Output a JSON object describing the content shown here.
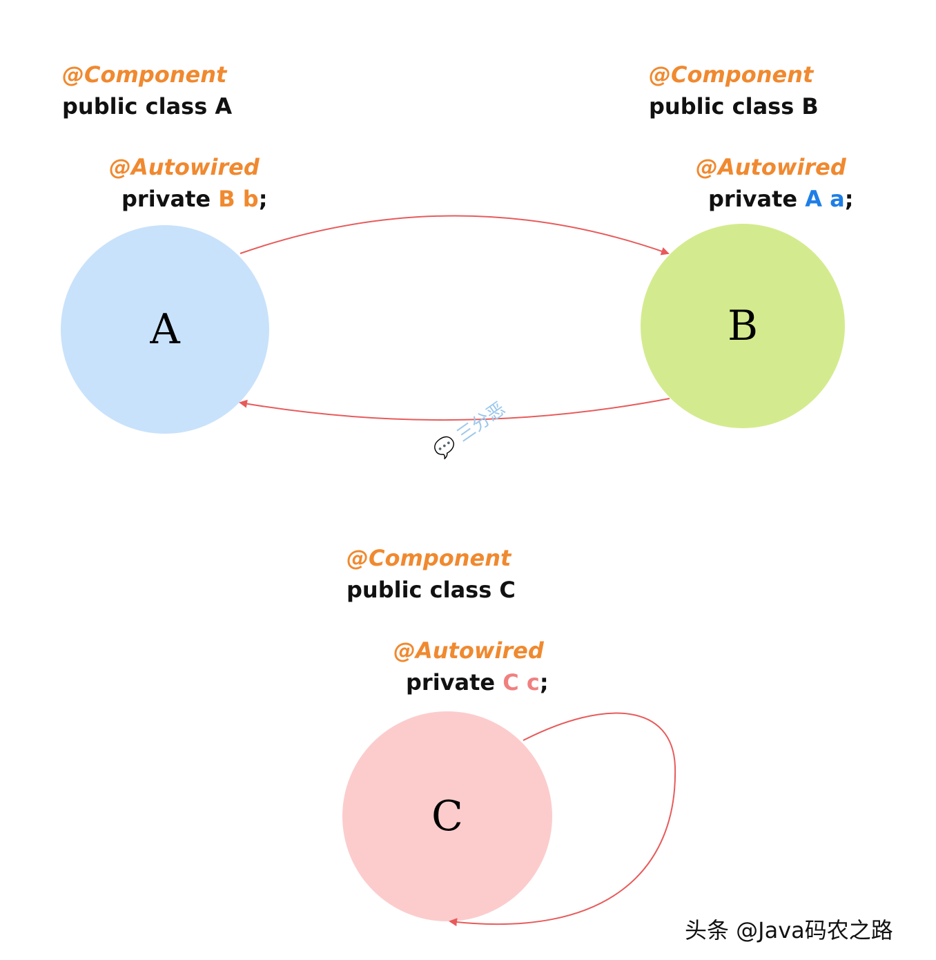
{
  "classes": {
    "a": {
      "annotation": "@Component",
      "declaration": "public class A",
      "field_annotation": "@Autowired",
      "field_keyword": "private",
      "field_type": "B",
      "field_name": "b",
      "field_end": ";"
    },
    "b": {
      "annotation": "@Component",
      "declaration": "public class B",
      "field_annotation": "@Autowired",
      "field_keyword": "private",
      "field_type": "A",
      "field_name": "a",
      "field_end": ";"
    },
    "c": {
      "annotation": "@Component",
      "declaration": "public class C",
      "field_annotation": "@Autowired",
      "field_keyword": "private",
      "field_type": "C",
      "field_name": "c",
      "field_end": ";"
    }
  },
  "nodes": {
    "a": {
      "label": "A",
      "color": "#c9e2fb"
    },
    "b": {
      "label": "B",
      "color": "#d3eb8e"
    },
    "c": {
      "label": "C",
      "color": "#fccccc"
    }
  },
  "edges": [
    {
      "from": "A",
      "to": "B"
    },
    {
      "from": "B",
      "to": "A"
    },
    {
      "from": "C",
      "to": "C"
    }
  ],
  "colors": {
    "annotation": "#f0892f",
    "edge": "#e85a5a",
    "type_a": "#1f7ee6",
    "type_b": "#f0892f",
    "type_c": "#f08080"
  },
  "watermark": "三分恶",
  "footer": "头条 @Java码农之路"
}
